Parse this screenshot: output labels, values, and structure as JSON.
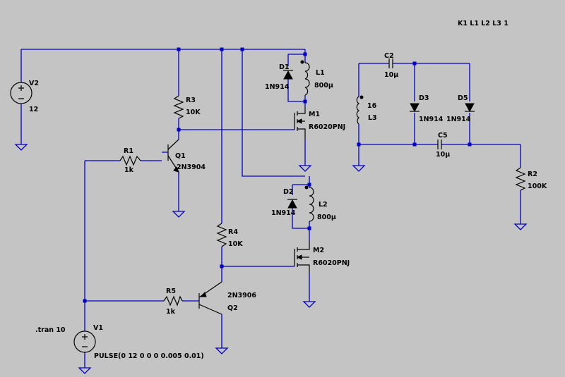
{
  "directive_coupling": "K1 L1 L2  L3 1",
  "directive_tran": ".tran 10",
  "colors": {
    "background": "#c4c4c4",
    "wire": "#0000c8",
    "component": "#000000"
  },
  "components": {
    "v1": {
      "ref": "V1",
      "value": "PULSE(0 12 0 0 0 0.005 0.01)"
    },
    "v2": {
      "ref": "V2",
      "value": "12"
    },
    "r1": {
      "ref": "R1",
      "value": "1k"
    },
    "r2": {
      "ref": "R2",
      "value": "100K"
    },
    "r3": {
      "ref": "R3",
      "value": "10K"
    },
    "r4": {
      "ref": "R4",
      "value": "10K"
    },
    "r5": {
      "ref": "R5",
      "value": "1k"
    },
    "q1": {
      "ref": "Q1",
      "value": "2N3904"
    },
    "q2": {
      "ref": "Q2",
      "value": "2N3906"
    },
    "m1": {
      "ref": "M1",
      "value": "R6020PNJ"
    },
    "m2": {
      "ref": "M2",
      "value": "R6020PNJ"
    },
    "d1": {
      "ref": "D1",
      "value": "1N914"
    },
    "d2": {
      "ref": "D2",
      "value": "1N914"
    },
    "d3": {
      "ref": "D3",
      "value": "1N914"
    },
    "d5": {
      "ref": "D5",
      "value": "1N914"
    },
    "l1": {
      "ref": "L1",
      "value": "800µ"
    },
    "l2": {
      "ref": "L2",
      "value": "800µ"
    },
    "l3": {
      "ref": "L3",
      "value": "16"
    },
    "c2": {
      "ref": "C2",
      "value": "10µ"
    },
    "c5": {
      "ref": "C5",
      "value": "10µ"
    }
  }
}
